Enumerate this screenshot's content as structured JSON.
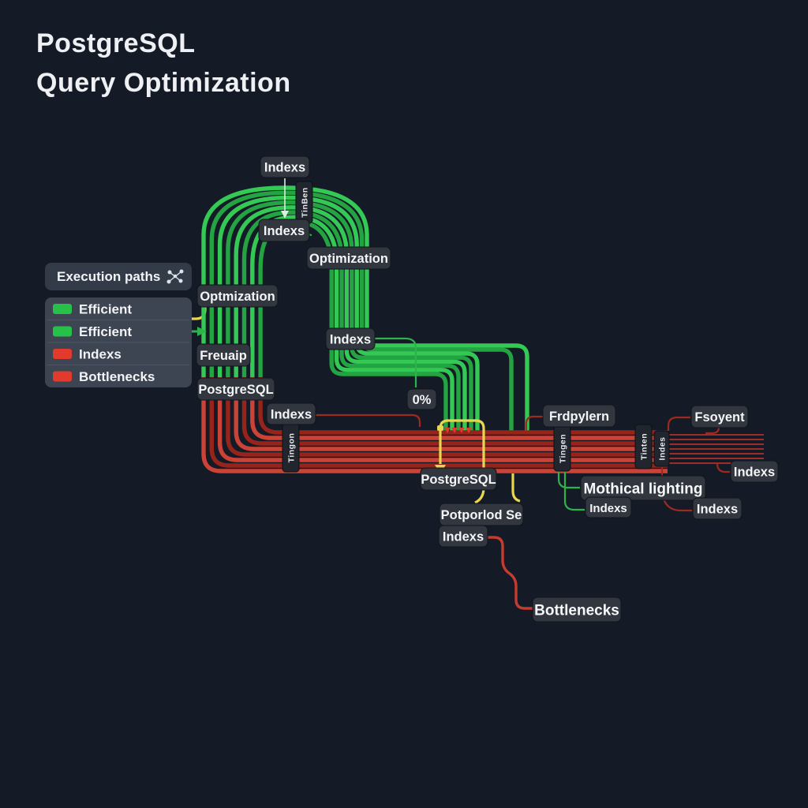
{
  "title": {
    "line1": "PostgreSQL",
    "line2": "Query Optimization"
  },
  "legend": {
    "header": "Execution paths",
    "items": [
      {
        "label": "Efficient",
        "color": "#27c149"
      },
      {
        "label": "Efficient",
        "color": "#27c149"
      },
      {
        "label": "Indexs",
        "color": "#e23b2e"
      },
      {
        "label": "Bottlenecks",
        "color": "#e23b2e"
      }
    ]
  },
  "nodes": {
    "indexs_top": "Indexs",
    "indexs_arch": "Indexs",
    "optimization_right": "Optimization",
    "optimization_left": "Optmization",
    "freuaip": "Freuaip",
    "postgresql_left": "PostgreSQL",
    "indexs_left": "Indexs",
    "indexs_mid": "Indexs",
    "zero_pct": "0%",
    "postgresql_bottom": "PostgreSQL",
    "potporlod": "Potporlod Se",
    "indexs_bottom": "Indexs",
    "bottlenecks": "Bottlenecks",
    "frdpylern": "Frdpylern",
    "mothical": "Mothical lighting",
    "indexs_tingen": "Indexs",
    "fsqyent": "Fsoyent",
    "indexs_right_top": "Indexs",
    "indexs_right_bottom": "Indexs"
  },
  "badges": {
    "tinben": "TinBen",
    "tingon": "Tingon",
    "tingen": "Tingen",
    "tinten": "Tinten",
    "indes": "Indes"
  },
  "colors": {
    "background": "#141a26",
    "efficient_green": "#2bbf50",
    "bottleneck_red": "#c33a2d",
    "highlight_yellow": "#e8d64e",
    "chip": "#31363f"
  }
}
